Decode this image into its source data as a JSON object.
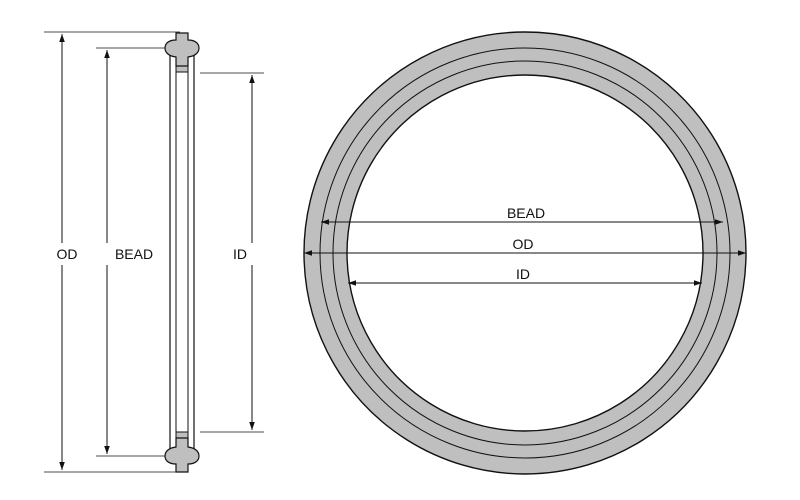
{
  "side_view": {
    "od_label": "OD",
    "bead_label": "BEAD",
    "id_label": "ID"
  },
  "front_view": {
    "bead_label": "BEAD",
    "od_label": "OD",
    "id_label": "ID"
  },
  "colors": {
    "ring_fill": "#bfbfbf",
    "line": "#111111",
    "background": "#ffffff"
  }
}
